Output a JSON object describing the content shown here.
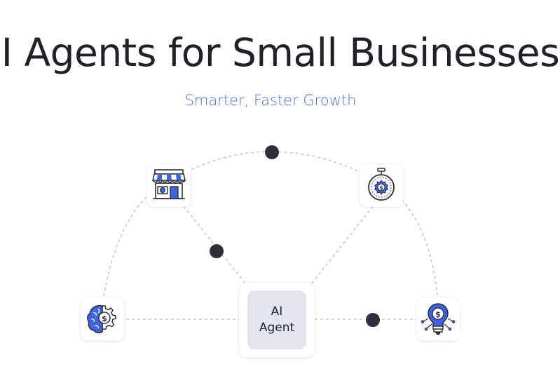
{
  "header": {
    "title": "I Agents for Small Businesses",
    "subtitle": "Smarter, Faster Growth"
  },
  "center_node": {
    "line1": "AI",
    "line2": "Agent"
  },
  "nodes": [
    {
      "icon": "storefront-icon"
    },
    {
      "icon": "stopwatch-dollar-icon"
    },
    {
      "icon": "brain-gear-dollar-icon"
    },
    {
      "icon": "lightbulb-dollar-icon"
    }
  ],
  "colors": {
    "title": "#1f2229",
    "accent": "#4a6ff0",
    "icon_blue": "#3f63e0",
    "icon_outline": "#2b2f3a",
    "dot": "#2d3038",
    "connector": "#b8bcc6",
    "agent_fill": "#e3e6ef"
  }
}
